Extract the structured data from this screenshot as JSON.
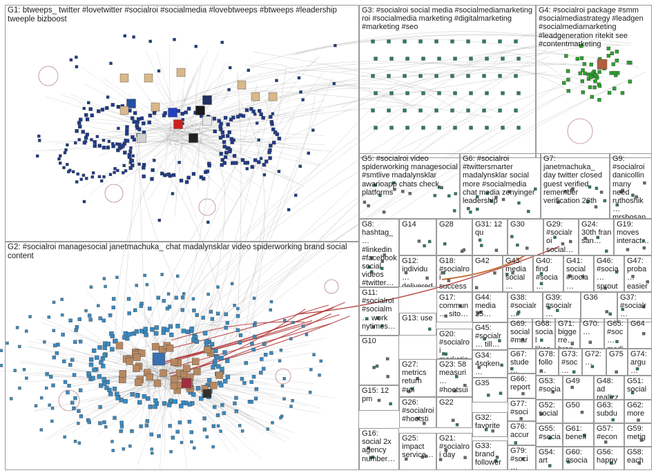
{
  "graph": {
    "background": "#ffffff",
    "border_color": "#9a9a9a",
    "edge_colors": {
      "gray": "#8c8c8c",
      "red": "#b03030"
    },
    "node_colors": {
      "G1": "#1e3a8a",
      "G2": "#3a8ac0",
      "G3": "#2e7d5b",
      "G4": "#2ca02c",
      "other": "#6a6a6a"
    },
    "groups": [
      {
        "id": "G1",
        "label": "G1: btweeps_ twitter #lovetwitter #socialroi #socialmedia #lovebtweeps #btweeps #leadership tweeple bizboost"
      },
      {
        "id": "G2",
        "label": "G2: #socialroi managesocial janetmachuka_ chat madalynsklar video spiderworking brand social content"
      },
      {
        "id": "G3",
        "label": "G3: #socialroi social media #socialmediamarketing roi #socialmedia marketing #digitalmarketing #marketing #seo"
      },
      {
        "id": "G4",
        "label": "G4: #socialroi package #smm #socialmediastrategy #leadgen #socialmediamarketing #leadgeneration ritekit see #contentmarketing"
      },
      {
        "id": "G5",
        "label": "G5: #socialroi video spiderworking managesocial #smtlive madalynsklar awarioapp chats check platforms"
      },
      {
        "id": "G6",
        "label": "G6: #socialroi #twittersmarter madalynsklar social more #socialmedia chat media zenyinger leadership"
      },
      {
        "id": "G7",
        "label": "G7: janetmachuka_ day twitter closed guest verified remember verification 26th"
      },
      {
        "id": "G9",
        "label": "G9: #socialroi danicollin many need ruthoshik… mrsbosan…"
      },
      {
        "id": "G8",
        "label": "G8: hashtag_… #linkedin #facebook social videos #twitter…"
      },
      {
        "id": "G14",
        "label": "G14"
      },
      {
        "id": "G28",
        "label": "G28"
      },
      {
        "id": "G31",
        "label": "G31: 12 qu"
      },
      {
        "id": "G30",
        "label": "G30"
      },
      {
        "id": "G29",
        "label": "G29: #socialroi social…"
      },
      {
        "id": "G24",
        "label": "G24: 30th fran san…"
      },
      {
        "id": "G19",
        "label": "G19: moves interact…"
      },
      {
        "id": "G12",
        "label": "G12: individu… delivered support…"
      },
      {
        "id": "G18",
        "label": "G18: #socialroi success…"
      },
      {
        "id": "G42",
        "label": "G42"
      },
      {
        "id": "G43",
        "label": "G43: media social…"
      },
      {
        "id": "G40",
        "label": "G40: find #socia…"
      },
      {
        "id": "G41",
        "label": "G41: social #socia…"
      },
      {
        "id": "G46",
        "label": "G46: #socia… sprout…"
      },
      {
        "id": "G47",
        "label": "G47: proba… easier…"
      },
      {
        "id": "G11",
        "label": "G11: #socialroi #socialm… work nytimes…"
      },
      {
        "id": "G17",
        "label": "G17: commun… sito…"
      },
      {
        "id": "G44",
        "label": "G44: media 25…"
      },
      {
        "id": "G38",
        "label": "G38: #socialr…"
      },
      {
        "id": "G39",
        "label": "G39: #socialr…"
      },
      {
        "id": "G36",
        "label": "G36"
      },
      {
        "id": "G37",
        "label": "G37: #socialr…"
      },
      {
        "id": "G13",
        "label": "G13: use"
      },
      {
        "id": "G45",
        "label": "G45: #socialr… till…"
      },
      {
        "id": "G69",
        "label": "G69: social #mar…"
      },
      {
        "id": "G68",
        "label": "G68: social likes…"
      },
      {
        "id": "G71",
        "label": "G71: biggerre… bran…"
      },
      {
        "id": "G70",
        "label": "G70: …"
      },
      {
        "id": "G65",
        "label": "G65: #soc… medi…"
      },
      {
        "id": "G64",
        "label": "G64"
      },
      {
        "id": "G10",
        "label": "G10"
      },
      {
        "id": "G20",
        "label": "G20: #socialroi marketin…"
      },
      {
        "id": "G34",
        "label": "G34: 4sqken… thanks…"
      },
      {
        "id": "G67",
        "label": "G67: stude…"
      },
      {
        "id": "G78",
        "label": "G78: follo…"
      },
      {
        "id": "G73",
        "label": "G73: #soc…"
      },
      {
        "id": "G72",
        "label": "G72: …"
      },
      {
        "id": "G75",
        "label": "G75"
      },
      {
        "id": "G74",
        "label": "G74: argu…"
      },
      {
        "id": "G27",
        "label": "G27: metrics return #roi"
      },
      {
        "id": "G23",
        "label": "G23: 58 measuri… #hootsui…"
      },
      {
        "id": "G35",
        "label": "G35"
      },
      {
        "id": "G66",
        "label": "G66: report"
      },
      {
        "id": "G53",
        "label": "G53: #socia…"
      },
      {
        "id": "G49",
        "label": "G49"
      },
      {
        "id": "G48",
        "label": "G48: ad realizz…"
      },
      {
        "id": "G51",
        "label": "G51: social…"
      },
      {
        "id": "G15",
        "label": "G15: 12 pm"
      },
      {
        "id": "G26",
        "label": "G26: #socialroi #hootsti…"
      },
      {
        "id": "G22",
        "label": "G22"
      },
      {
        "id": "G77",
        "label": "G77: #soci…"
      },
      {
        "id": "G52",
        "label": "G52: social…"
      },
      {
        "id": "G50",
        "label": "G50"
      },
      {
        "id": "G63",
        "label": "G63: subdu…"
      },
      {
        "id": "G62",
        "label": "G62: more…"
      },
      {
        "id": "G32",
        "label": "G32: favorite"
      },
      {
        "id": "G76",
        "label": "G76: accur…"
      },
      {
        "id": "G55",
        "label": "G55: #socia…"
      },
      {
        "id": "G61",
        "label": "G61: benefi…"
      },
      {
        "id": "G57",
        "label": "G57: #econ…"
      },
      {
        "id": "G59",
        "label": "G59: metig…"
      },
      {
        "id": "G16",
        "label": "G16: social 2x agency number…"
      },
      {
        "id": "G25",
        "label": "G25: impact service…"
      },
      {
        "id": "G21",
        "label": "G21: #socialroi day"
      },
      {
        "id": "G33",
        "label": "G33: brand follower…"
      },
      {
        "id": "G79",
        "label": "G79: #soci…"
      },
      {
        "id": "G54",
        "label": "G54: art"
      },
      {
        "id": "G60",
        "label": "G60: #socia…"
      },
      {
        "id": "G56",
        "label": "G56: happy…"
      },
      {
        "id": "G58",
        "label": "G58: each…"
      }
    ]
  }
}
